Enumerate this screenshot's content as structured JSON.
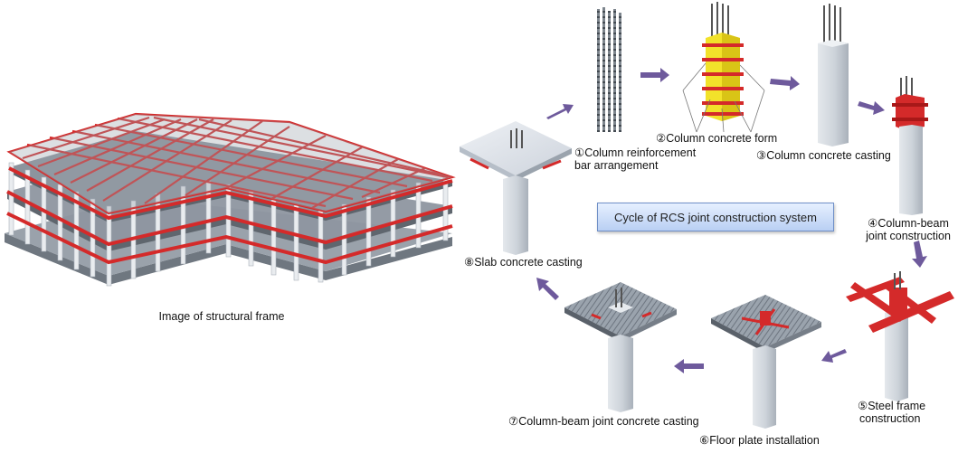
{
  "frame_caption": "Image of structural frame",
  "cycle_title": "Cycle of RCS joint construction system",
  "steps": [
    {
      "label_1": "①Column reinforcement",
      "label_2": "bar arrangement"
    },
    {
      "label_1": "②Column concrete form"
    },
    {
      "label_1": "③Column concrete casting"
    },
    {
      "label_1": "④Column-beam",
      "label_2": "joint construction"
    },
    {
      "label_1": "⑤Steel frame",
      "label_2": "construction"
    },
    {
      "label_1": "⑥Floor plate installation"
    },
    {
      "label_1": "⑦Column-beam joint concrete casting"
    },
    {
      "label_1": "⑧Slab concrete casting"
    }
  ],
  "colors": {
    "steel": "#d42a2a",
    "concrete": "#cfd5dc",
    "formwork": "#f2e22a",
    "arrow": "#6e5a9c"
  }
}
